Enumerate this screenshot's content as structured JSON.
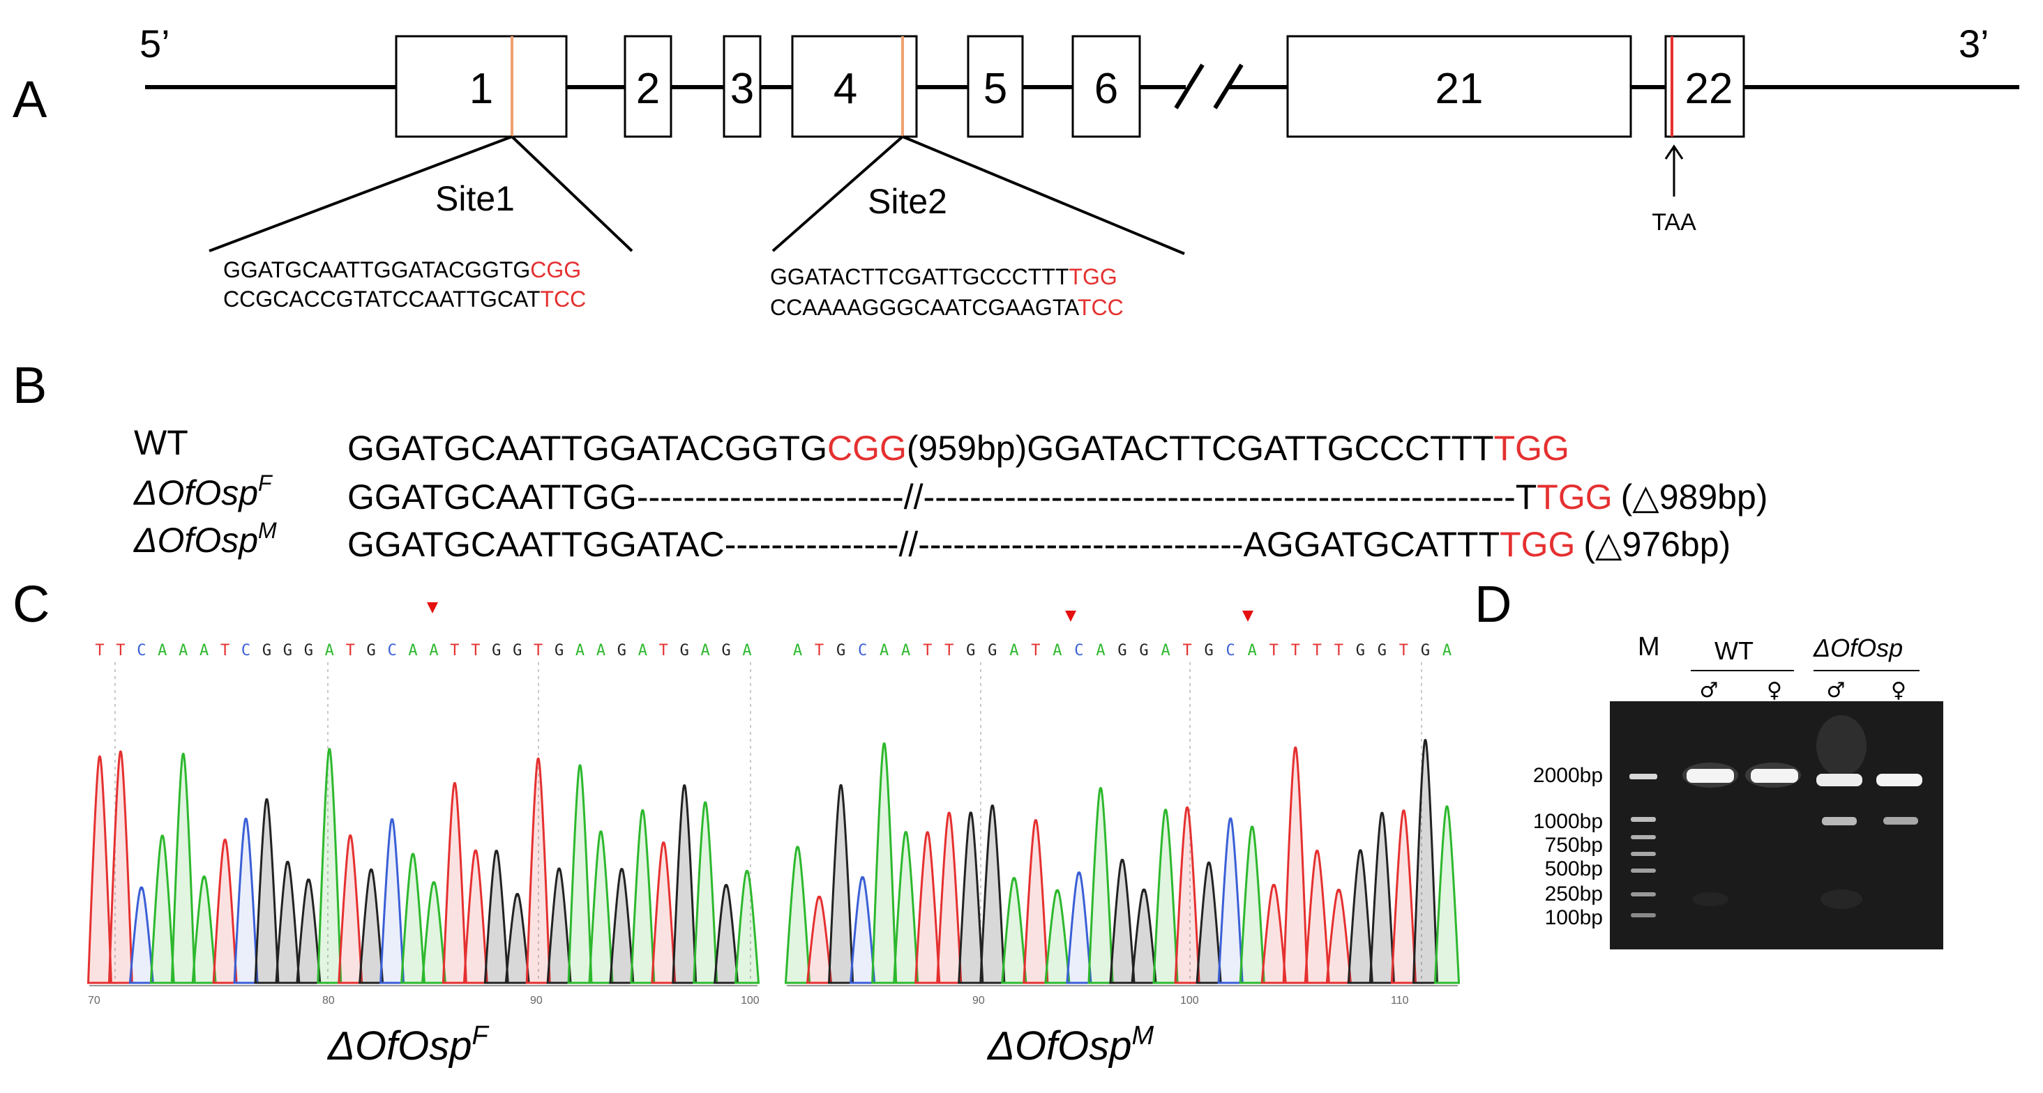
{
  "panel_a": {
    "letter": "A",
    "five_prime": "5’",
    "three_prime": "3’",
    "exons": [
      "1",
      "2",
      "3",
      "4",
      "5",
      "6",
      "21",
      "22"
    ],
    "site1_label": "Site1",
    "site2_label": "Site2",
    "stop_codon": "TAA",
    "site1_top": {
      "black": "GGATGCAATTGGATACGGTG",
      "red": "CGG"
    },
    "site1_bottom": {
      "black": "CCGCACCGTATCCAATTGCAT",
      "red": "TCC"
    },
    "site2_top": {
      "black": "GGATACTTCGATTGCCCTTT",
      "red": "TGG"
    },
    "site2_bottom": {
      "black": "CCAAAAGGGCAATCGAAGTA",
      "red": "TCC"
    },
    "colors": {
      "site_mark": "#f0a070",
      "stop_mark": "#e53030",
      "pam": "#e53030"
    }
  },
  "panel_b": {
    "letter": "B",
    "rows": [
      {
        "name": "WT",
        "sup": "",
        "seq": "GGATGCAATTGGATACGGTG",
        "pam1": "CGG",
        "mid": "(959bp)GGATACTTCGATTGCCCTTT",
        "pam2": "TGG",
        "del": ""
      },
      {
        "name": "ΔOfOsp",
        "sup": "F",
        "seq": "GGATGCAATTGG-----------------------//---------------------------------------------------T",
        "pam1": "",
        "mid": "",
        "pam2": "TGG",
        "del": "(△989bp)"
      },
      {
        "name": "ΔOfOsp",
        "sup": "M",
        "seq": "GGATGCAATTGGATAC---------------//----------------------------AGGATGCATTT",
        "pam1": "",
        "mid": "",
        "pam2": "TGG",
        "del": "(△976bp)"
      }
    ]
  },
  "panel_c": {
    "letter": "C",
    "left": {
      "bases": "TTCAAATCGGGATGCAATTGGTGAAGATGAGA",
      "ticks": [
        "70",
        "80",
        "90",
        "100"
      ],
      "caption_main": "ΔOfOsp",
      "caption_sup": "F"
    },
    "right": {
      "bases": "ATGCAATTGGATACAGGATGCATTTTGGTGA",
      "ticks": [
        "90",
        "100",
        "110"
      ],
      "caption_main": "ΔOfOsp",
      "caption_sup": "M"
    },
    "base_colors": {
      "A": "#2db82d",
      "C": "#3a5fd6",
      "G": "#222222",
      "T": "#e53030"
    }
  },
  "panel_d": {
    "letter": "D",
    "marker_label": "M",
    "group1": "WT",
    "group2": "ΔOfOsp",
    "sex_labels": [
      "♂",
      "♀",
      "♂",
      "♀"
    ],
    "ladder": [
      "2000bp",
      "1000bp",
      "750bp",
      "500bp",
      "250bp",
      "100bp"
    ]
  }
}
